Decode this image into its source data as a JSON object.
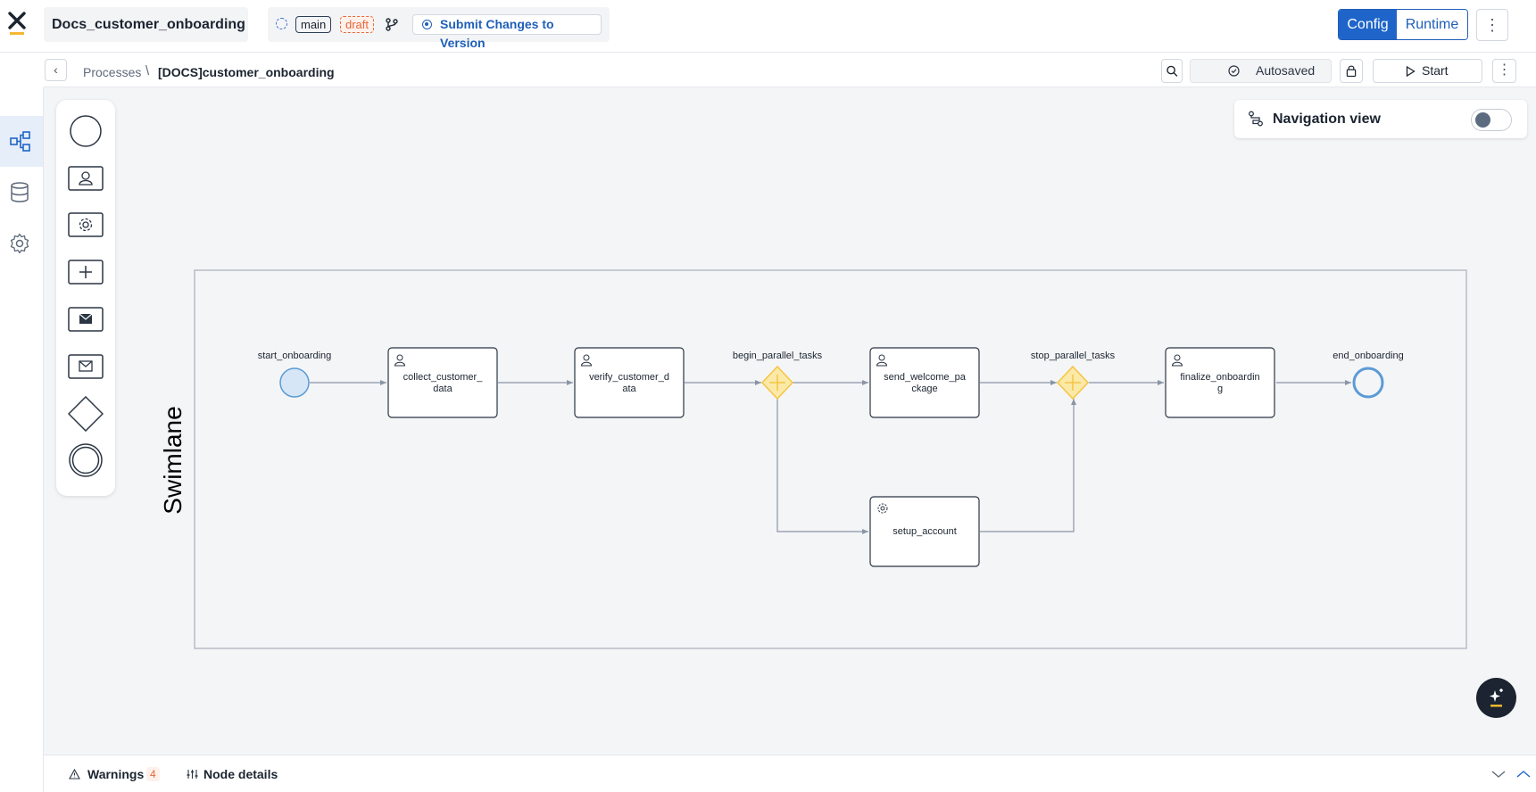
{
  "app": {
    "document_title": "Docs_customer_onboarding",
    "branch": "main",
    "status": "draft",
    "submit_label": "Submit Changes to Version",
    "modes": [
      "Config",
      "Runtime"
    ],
    "active_mode": "Config"
  },
  "breadcrumb": {
    "parent": "Processes",
    "separator": "\\",
    "current": "[DOCS]customer_onboarding"
  },
  "toolbar": {
    "autosave_label": "Autosaved",
    "start_label": "Start"
  },
  "navigation_view": {
    "label": "Navigation view",
    "enabled": false
  },
  "canvas": {
    "swimlane_label": "Swimlane",
    "nodes": {
      "start": "start_onboarding",
      "collect": "collect_customer_\ndata",
      "verify": "verify_customer_d\nata",
      "gateway_begin": "begin_parallel_tasks",
      "welcome": "send_welcome_pa\nckage",
      "setup": "setup_account",
      "gateway_stop": "stop_parallel_tasks",
      "finalize": "finalize_onboardin\ng",
      "end": "end_onboarding"
    }
  },
  "palette": [
    "start-event",
    "user-task",
    "service-task",
    "subprocess",
    "send-message",
    "receive-message",
    "gateway",
    "end-event"
  ],
  "bottom": {
    "warnings_label": "Warnings",
    "warnings_count": "4",
    "node_details_label": "Node details"
  },
  "colors": {
    "accent": "#1f65c9",
    "draft": "#e8673a",
    "gateway": "#f5c542",
    "start_fill": "#d6e6f7",
    "end_stroke": "#5b9bd5"
  }
}
